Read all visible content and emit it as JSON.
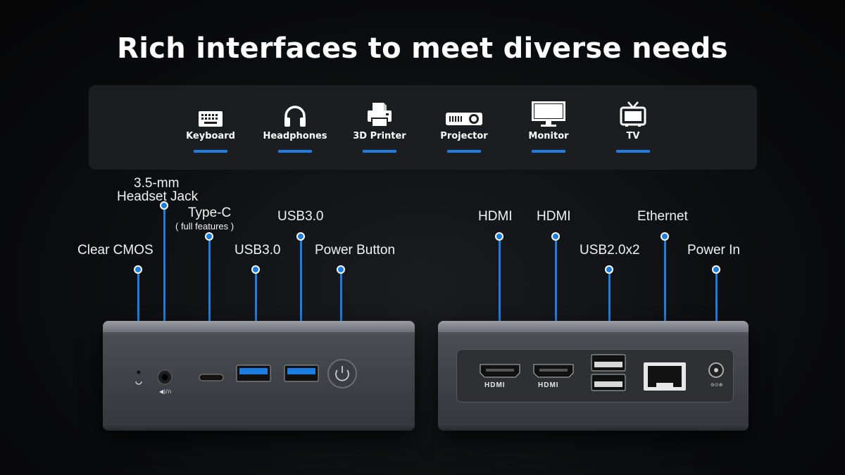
{
  "title": "Rich interfaces to meet diverse needs",
  "devices": [
    {
      "label": "Keyboard",
      "icon": "keyboard-icon"
    },
    {
      "label": "Headphones",
      "icon": "headphones-icon"
    },
    {
      "label": "3D Printer",
      "icon": "printer-icon"
    },
    {
      "label": "Projector",
      "icon": "projector-icon"
    },
    {
      "label": "Monitor",
      "icon": "monitor-icon"
    },
    {
      "label": "TV",
      "icon": "tv-icon"
    }
  ],
  "front_ports": {
    "clear_cmos": "Clear CMOS",
    "headset_line1": "3.5-mm",
    "headset_line2": "Headset Jack",
    "typec": "Type-C",
    "typec_note": "( full features )",
    "usb_a": "USB3.0",
    "usb_b": "USB3.0",
    "power_button": "Power Button"
  },
  "rear_ports": {
    "hdmi_1": "HDMI",
    "hdmi_2": "HDMI",
    "usb2": "USB2.0x2",
    "ethernet": "Ethernet",
    "power_in": "Power In"
  },
  "colors": {
    "accent": "#1c7ee0",
    "background": "#0b0c0e",
    "panel": "#1b1d21"
  }
}
